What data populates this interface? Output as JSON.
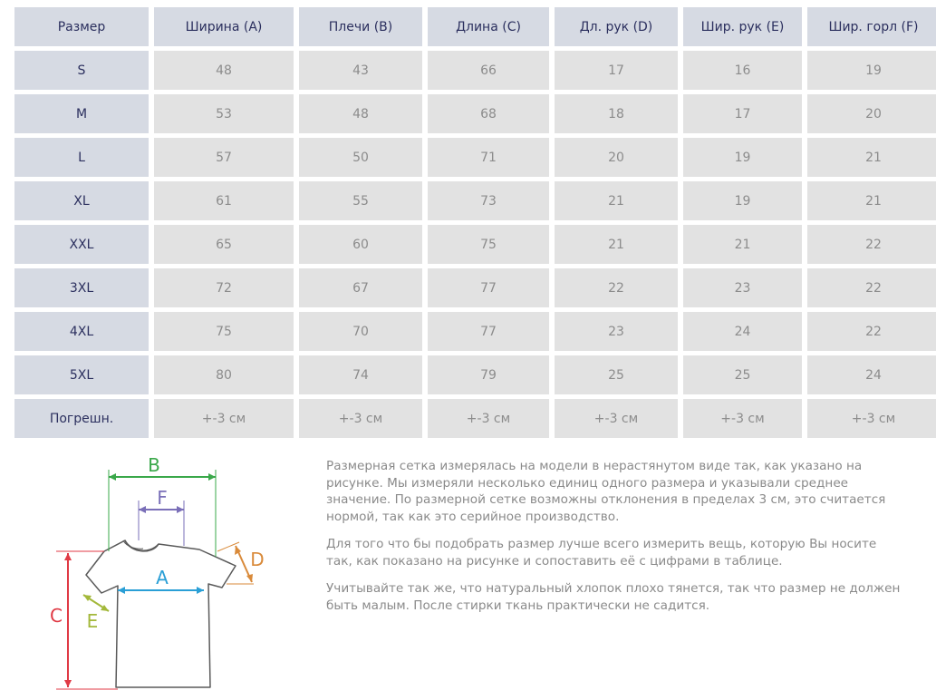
{
  "table": {
    "headers": [
      "Размер",
      "Ширина (A)",
      "Плечи (B)",
      "Длина (C)",
      "Дл. рук (D)",
      "Шир. рук (E)",
      "Шир. горл (F)"
    ],
    "rows": [
      [
        "S",
        "48",
        "43",
        "66",
        "17",
        "16",
        "19"
      ],
      [
        "M",
        "53",
        "48",
        "68",
        "18",
        "17",
        "20"
      ],
      [
        "L",
        "57",
        "50",
        "71",
        "20",
        "19",
        "21"
      ],
      [
        "XL",
        "61",
        "55",
        "73",
        "21",
        "19",
        "21"
      ],
      [
        "XXL",
        "65",
        "60",
        "75",
        "21",
        "21",
        "22"
      ],
      [
        "3XL",
        "72",
        "67",
        "77",
        "22",
        "23",
        "22"
      ],
      [
        "4XL",
        "75",
        "70",
        "77",
        "23",
        "24",
        "22"
      ],
      [
        "5XL",
        "80",
        "74",
        "79",
        "25",
        "25",
        "24"
      ],
      [
        "Погрешн.",
        "+-3 см",
        "+-3 см",
        "+-3 см",
        "+-3 см",
        "+-3 см",
        "+-3 см"
      ]
    ]
  },
  "diagram": {
    "labels": {
      "A": "A",
      "B": "B",
      "C": "C",
      "D": "D",
      "E": "E",
      "F": "F"
    },
    "colors": {
      "A": "#2a9fd6",
      "B": "#3aa84a",
      "C": "#e03a45",
      "D": "#d98a3a",
      "E": "#a3b83a",
      "F": "#7a6fb8"
    }
  },
  "notes": [
    "Размерная сетка измерялась на модели в нерастянутом виде так, как указано на рисунке. Мы измеряли несколько единиц одного размера и указывали среднее значение. По размерной сетке возможны отклонения в пределах 3 см, это считается нормой, так как это серийное производство.",
    "Для того что бы подобрать размер лучше всего измерить вещь, которую Вы носите так, как показано на рисунке и сопоставить её с цифрами в таблице.",
    "Учитывайте так же, что натуральный хлопок плохо тянется, так что размер не должен быть малым. После стирки ткань практически не садится."
  ]
}
